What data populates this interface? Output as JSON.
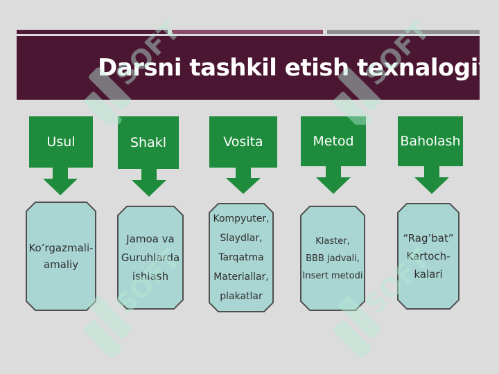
{
  "title": "Darsni tashkil etish texnalogiyas",
  "watermark": "SOFT",
  "colors": {
    "banner": "#4a1632",
    "header_box": "#1e8c3c",
    "arrow": "#1e8c3c",
    "card_fill": "#a9d6d2",
    "card_border": "#4f4f4f",
    "background": "#dcdcdc"
  },
  "columns": [
    {
      "header": "Usul",
      "content": "Ko’rgazmali-\namaliy"
    },
    {
      "header": "Shakl",
      "content": "Jamoa  va\nGuruhlarda\nishlash"
    },
    {
      "header": "Vosita",
      "content": "Kompyuter,\nSlaydlar,\nTarqatma\nMateriallar,\nplakatlar"
    },
    {
      "header": "Metod",
      "content": "Klaster,\nBBB jadvali,\nInsert metodi"
    },
    {
      "header": "Baholash",
      "content": "“Rag’bat”\nKartoch-\nkalari"
    }
  ]
}
